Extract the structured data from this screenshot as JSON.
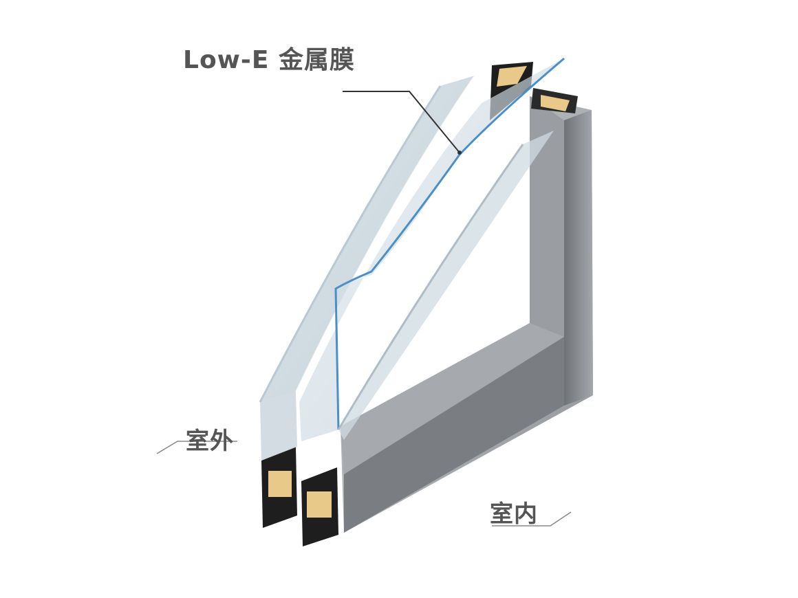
{
  "labels": {
    "low_e_film": "Low-E 金属膜",
    "outdoor": "室外",
    "indoor": "室内"
  },
  "colors": {
    "label_text": "#555555",
    "spacer_dark": "#1e1e1e",
    "desiccant": "#e8c98a",
    "frame_gray": "#8a8e92",
    "glass_edge": "#b8c8d4",
    "low_e_line": "#4a90c8"
  }
}
